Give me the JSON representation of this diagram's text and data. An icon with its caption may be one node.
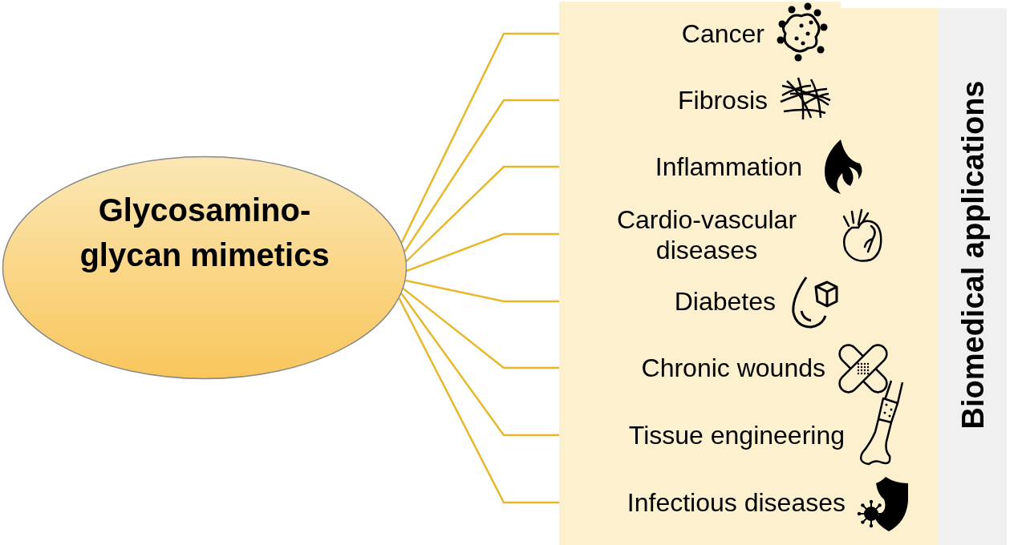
{
  "diagram": {
    "nodes": [
      {
        "text": [
          "Glycosamino-glycan mimetics"
        ]
      },
      {
        "text": [
          "Biomedical applications"
        ]
      },
      {
        "text": [
          "Cancer"
        ]
      },
      {
        "text": [
          "Fibrosis"
        ]
      },
      {
        "text": [
          "Inflammation"
        ]
      },
      {
        "text": [
          "Cardio-vascular diseases"
        ]
      },
      {
        "text": [
          "Diabetes"
        ]
      },
      {
        "text": [
          "Chronic wounds"
        ]
      },
      {
        "text": [
          "Tissue engineering"
        ]
      },
      {
        "text": [
          "Infectious diseases"
        ]
      }
    ],
    "edges": [
      {
        "from": 0,
        "to": 2,
        "arrow": "none"
      },
      {
        "from": 0,
        "to": 3,
        "arrow": "none"
      },
      {
        "from": 0,
        "to": 4,
        "arrow": "none"
      },
      {
        "from": 0,
        "to": 5,
        "arrow": "none"
      },
      {
        "from": 0,
        "to": 6,
        "arrow": "none"
      },
      {
        "from": 0,
        "to": 7,
        "arrow": "none"
      },
      {
        "from": 0,
        "to": 8,
        "arrow": "none"
      },
      {
        "from": 0,
        "to": 9,
        "arrow": "none"
      }
    ]
  }
}
